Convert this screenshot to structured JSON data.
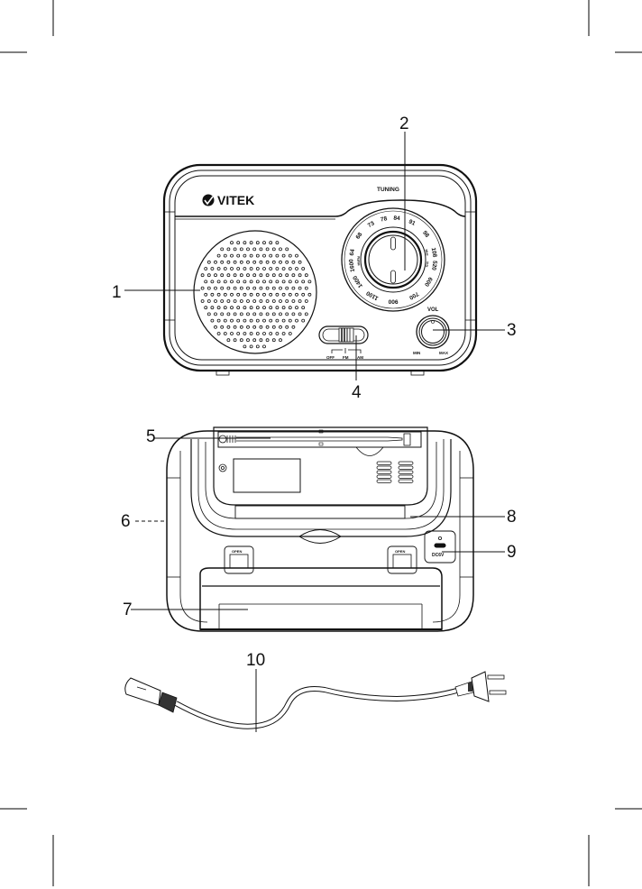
{
  "figure": {
    "title": "Radio components diagram",
    "brand": "VITEK",
    "front_view": {
      "tuning_label": "TUNING",
      "dial": {
        "fm_scale": [
          "64",
          "68",
          "73",
          "78",
          "84",
          "91",
          "98",
          "108"
        ],
        "am_scale": [
          "1600",
          "1400",
          "1100",
          "900",
          "700",
          "600",
          "520"
        ],
        "band_left": [
          "FM",
          "MW"
        ],
        "band_right": [
          "MHz",
          "kHz"
        ]
      },
      "volume": {
        "label": "VOL",
        "min_label": "MIN",
        "max_label": "MAX"
      },
      "band_switch": {
        "positions": [
          "OFF",
          "FM",
          "AM"
        ]
      }
    },
    "rear_view": {
      "clip_labels": [
        "OPEN",
        "OPEN"
      ],
      "dc_jack_label": "DC6V"
    },
    "callouts": [
      {
        "number": "1",
        "part": "speaker"
      },
      {
        "number": "2",
        "part": "tuning-knob"
      },
      {
        "number": "3",
        "part": "volume-knob"
      },
      {
        "number": "4",
        "part": "band-switch"
      },
      {
        "number": "5",
        "part": "telescopic-antenna"
      },
      {
        "number": "6",
        "part": "side-panel"
      },
      {
        "number": "7",
        "part": "battery-compartment"
      },
      {
        "number": "8",
        "part": "carry-handle"
      },
      {
        "number": "9",
        "part": "dc-input-jack"
      },
      {
        "number": "10",
        "part": "power-cord"
      }
    ]
  }
}
